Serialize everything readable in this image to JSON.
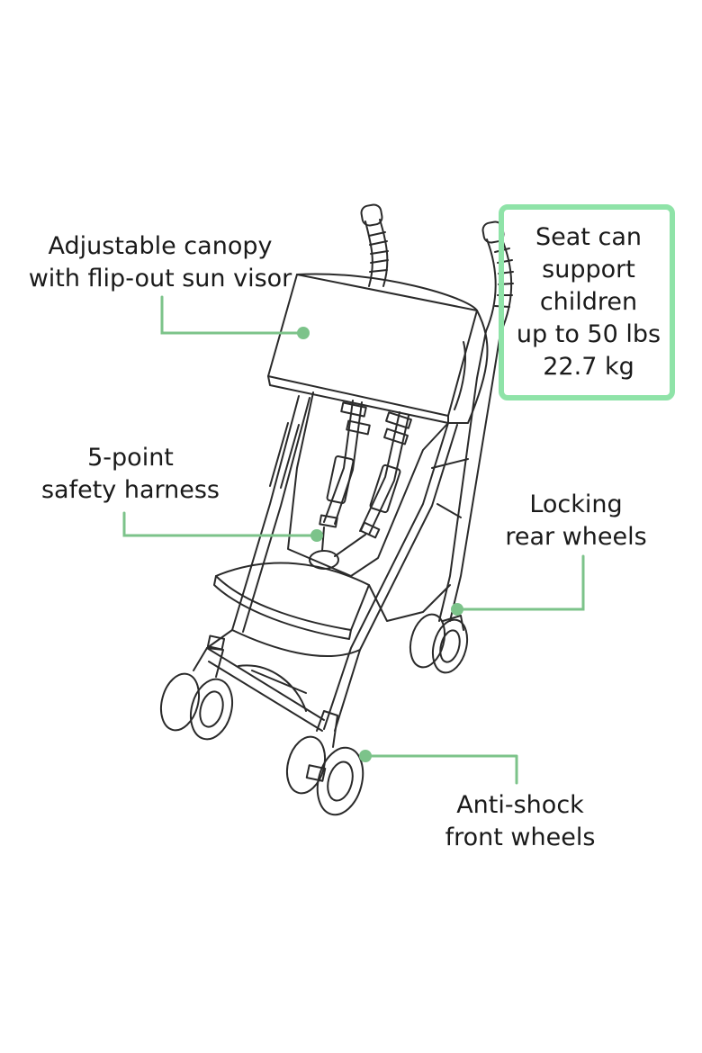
{
  "callouts": {
    "canopy": {
      "line1": "Adjustable canopy",
      "line2": "with flip-out sun visor"
    },
    "harness": {
      "line1": "5-point",
      "line2": "safety harness"
    },
    "rear_wheels": {
      "line1": "Locking",
      "line2": "rear wheels"
    },
    "front_wheels": {
      "line1": "Anti-shock",
      "line2": "front wheels"
    },
    "seat": {
      "line1": "Seat can",
      "line2": "support",
      "line3": "children",
      "line4": "up to 50 lbs",
      "line5": "22.7 kg"
    }
  },
  "colors": {
    "leader": "#7cc38a",
    "highlight_box": "#8fe3a8",
    "line_art": "#2a2a2a"
  }
}
